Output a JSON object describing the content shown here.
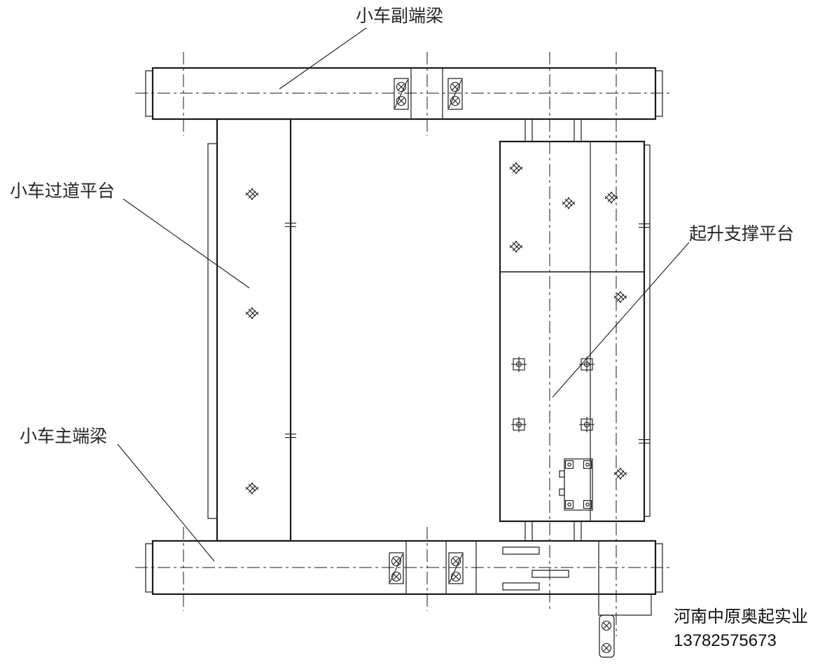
{
  "drawing": {
    "labels": {
      "aux_end_beam": "小车副端梁",
      "walkway_platform": "小车过道平台",
      "hoist_support_platform": "起升支撑平台",
      "main_end_beam": "小车主端梁"
    },
    "footer": {
      "company": "河南中原奥起实业",
      "phone": "13782575673"
    },
    "colors": {
      "ink": "#1a1a1a",
      "label_text": "#262626",
      "footer_text": "#111111",
      "background": "#ffffff"
    }
  }
}
